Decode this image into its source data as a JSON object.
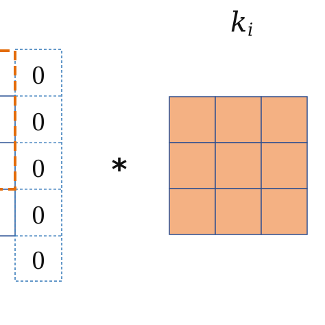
{
  "padding_column": {
    "values": [
      "0",
      "0",
      "0",
      "0",
      "0"
    ]
  },
  "operator": "*",
  "kernel": {
    "label": "k",
    "subscript": "i",
    "rows": 3,
    "cols": 3,
    "fill_color": "#f4b183",
    "line_color": "#2f4f8f"
  },
  "colors": {
    "highlight_dashed": "#e36c0a",
    "padding_dashed": "#2e75b6",
    "solid_border": "#2f5496"
  }
}
